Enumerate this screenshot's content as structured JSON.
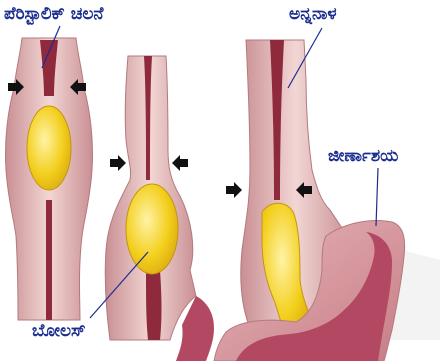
{
  "labels": {
    "peristalsis": "ಪೆರಿಸ್ಟಾಲಿಕ್ ಚಲನೆ",
    "esophagus": "ಅನ್ನನಾಳ",
    "stomach": "ಜೀರ್ಣಾಶಯ",
    "bolus": "ಬೋಲಸ್"
  },
  "colors": {
    "label_text": "#1b2d8f",
    "wall_outer": "#c98f93",
    "wall_inner": "#e9c3c2",
    "lumen": "#8e2a3c",
    "bolus": "#f3cf1d",
    "stomach_lining": "#b34863",
    "watermark": "#eeeeee"
  },
  "icons": [
    "arrow-right-icon",
    "arrow-left-icon"
  ]
}
